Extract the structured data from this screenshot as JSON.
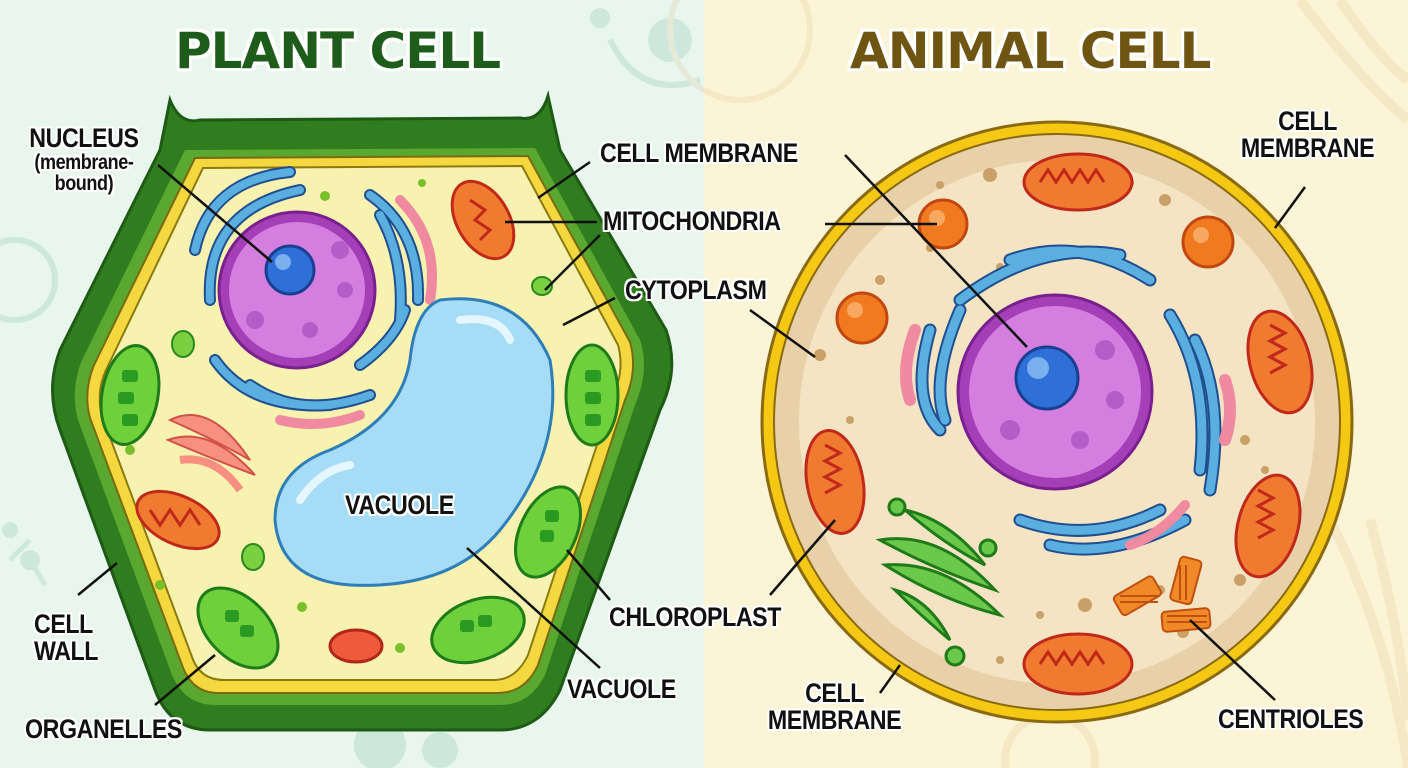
{
  "plant": {
    "title": "PLANT CELL",
    "colors": {
      "background": "#e8f6ee",
      "title": "#1d5c1a",
      "cell_wall": "#2f7d1f",
      "membrane": "#f5d840",
      "cytoplasm": "#f8f2b0",
      "vacuole": "#a6dcf5"
    },
    "labels": {
      "nucleus": "NUCLEUS",
      "nucleus_sub_1": "(membrane-",
      "nucleus_sub_2": "bound)",
      "cell_membrane": "CELL MEMBRANE",
      "mitochondria": "MITOCHONDRIA",
      "cytoplasm": "CYTOPLASM",
      "vacuole_inside": "VACUOLE",
      "chloroplast": "CHLOROPLAST",
      "vacuole": "VACUOLE",
      "cell_wall_1": "CELL",
      "cell_wall_2": "WALL",
      "organelles": "ORGANELLES"
    }
  },
  "animal": {
    "title": "ANIMAL CELL",
    "colors": {
      "background": "#fcf4d6",
      "title": "#6e5612",
      "membrane": "#f5c814",
      "cytoplasm": "#f5e4c4",
      "nucleus": "#c86ad8",
      "golgi": "#6cc84a"
    },
    "labels": {
      "cell_membrane_top_1": "CELL",
      "cell_membrane_top_2": "MEMBRANE",
      "cell_membrane_bottom_1": "CELL",
      "cell_membrane_bottom_2": "MEMBRANE",
      "centrioles": "CENTRIOLES"
    }
  }
}
